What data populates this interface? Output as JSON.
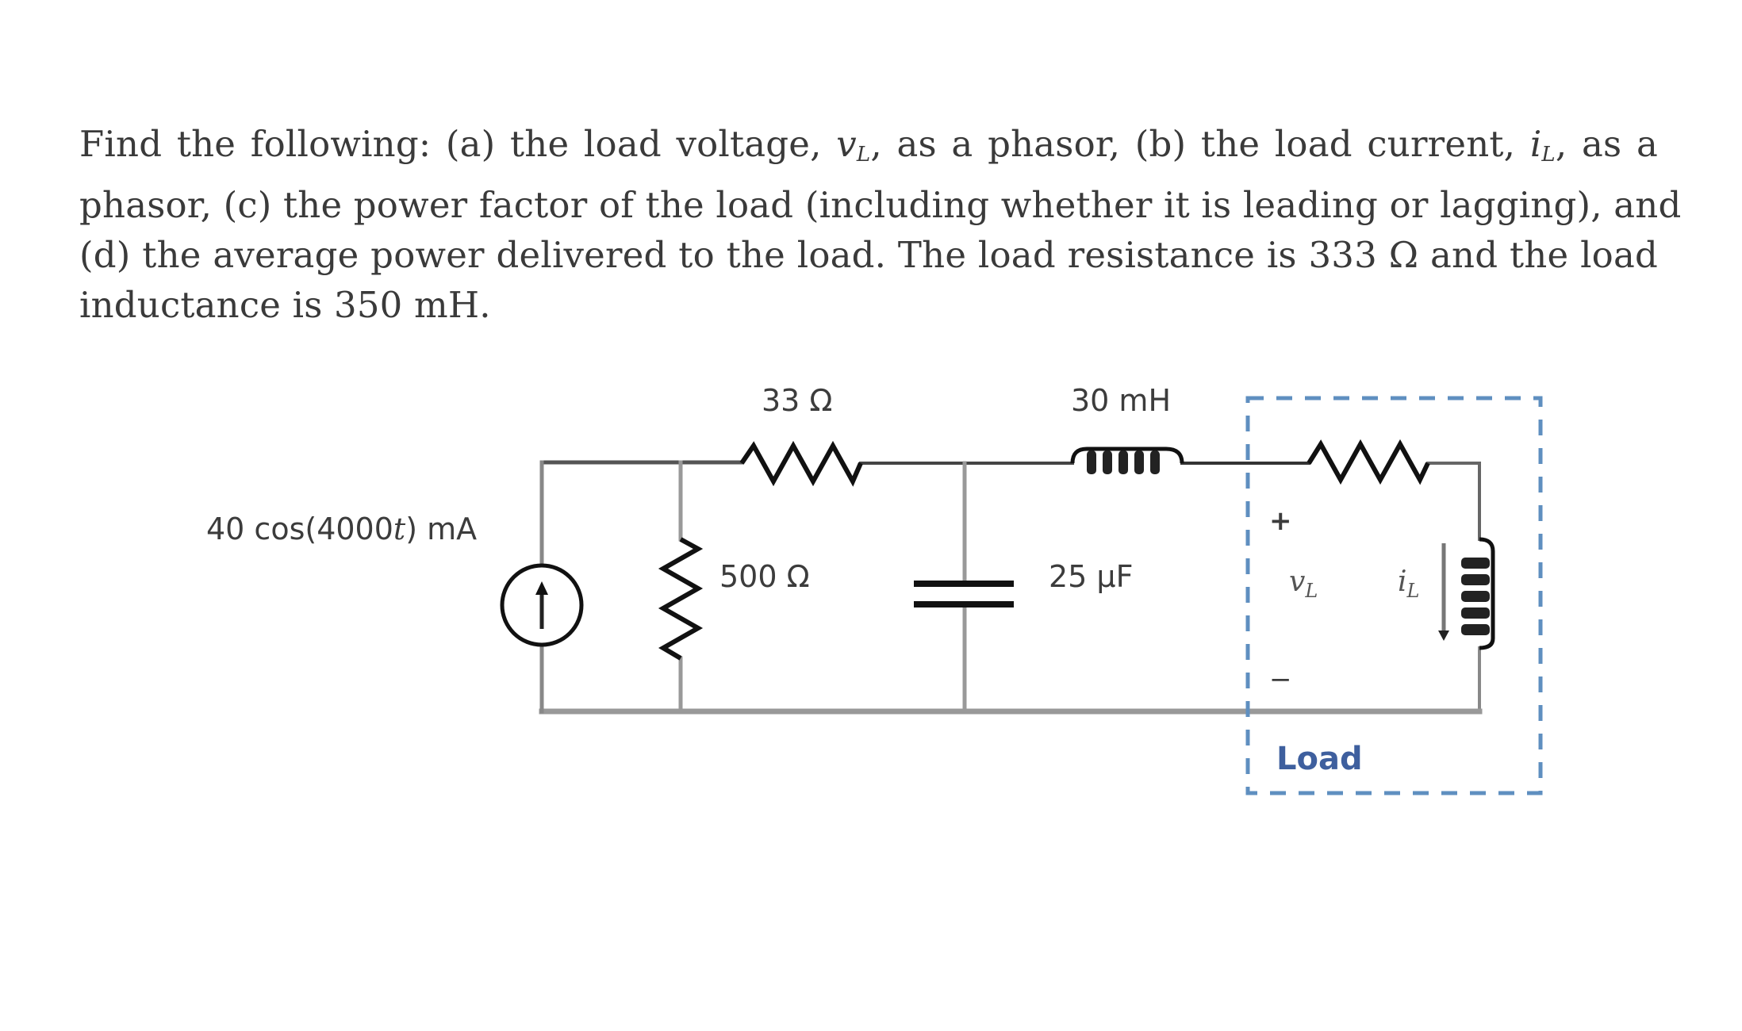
{
  "problem": {
    "lines": [
      [
        "Find the following: (a) the load voltage, ",
        "v",
        "L",
        ", as a phasor, (b) the load current, ",
        "i",
        "L",
        ", as a"
      ],
      [
        "phasor, (c) the power factor of the load (including whether it is leading or lagging), and"
      ],
      [
        "(d) the average power delivered to the load.  The load resistance is 333 Ω and the load"
      ],
      [
        "inductance is 350 mH."
      ]
    ],
    "line1_part1": "Find the following: (a) the load voltage, ",
    "line1_var1": "v",
    "line1_sub1": "L",
    "line1_part2": ", as a phasor, (b) the load current, ",
    "line1_var2": "i",
    "line1_sub2": "L",
    "line1_part3": ", as a",
    "line2": "phasor, (c) the power factor of the load (including whether it is leading or lagging), and",
    "line3": "(d) the average power delivered to the load.  The load resistance is 333 Ω and the load",
    "line4": "inductance is 350 mH."
  },
  "circuit": {
    "source": {
      "label": "40 cos(4000",
      "var": "t",
      "unit": ") mA",
      "type": "current-source",
      "direction": "up"
    },
    "shunt_resistor": {
      "label": "500 Ω"
    },
    "series_resistor": {
      "label": "33 Ω"
    },
    "capacitor": {
      "label": "25 µF"
    },
    "series_inductor": {
      "label": "30 mH"
    },
    "load": {
      "label": "Load",
      "voltage_var": "v",
      "voltage_sub": "L",
      "current_var": "i",
      "current_sub": "L",
      "plus": "+",
      "minus": "−",
      "box_color": "#4a7bb0",
      "resistance": "333 Ω",
      "inductance": "350 mH"
    }
  }
}
